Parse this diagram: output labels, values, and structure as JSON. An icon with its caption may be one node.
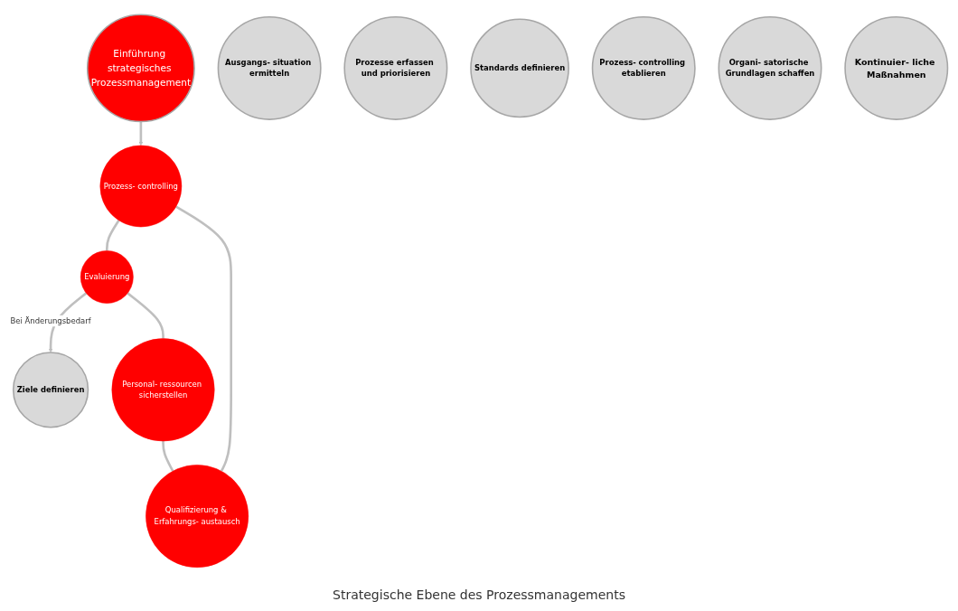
{
  "diagram": {
    "caption": "Strategische Ebene des Prozessmanagements",
    "nodes": [
      {
        "text": [
          "Einführung strategisches Prozessmanagement"
        ]
      },
      {
        "text": [
          "Ziele definieren"
        ]
      },
      {
        "text": [
          "Ausgangs- situation ermitteln"
        ]
      },
      {
        "text": [
          "Prozesse erfassen und priorisieren"
        ]
      },
      {
        "text": [
          "Standards definieren"
        ]
      },
      {
        "text": [
          "Prozess- controlling etablieren"
        ]
      },
      {
        "text": [
          "Organi- satorische Grundlagen schaffen"
        ]
      },
      {
        "text": [
          "Kontinuier- liche Maßnahmen"
        ]
      },
      {
        "text": [
          "Evaluierung"
        ]
      },
      {
        "text": [
          "Personal- ressourcen sicherstellen"
        ]
      },
      {
        "text": [
          "Qualifizierung & Erfahrungs- austausch"
        ]
      },
      {
        "text": [
          "Prozess- controlling"
        ]
      }
    ],
    "edges": [
      {
        "from": 0,
        "to": 11,
        "arrow": "to"
      },
      {
        "from": 8,
        "to": 1,
        "arrow": "to",
        "label": "Bei Änderungsbedarf"
      },
      {
        "from": 8,
        "to": 9,
        "arrow": "none"
      },
      {
        "from": 9,
        "to": 10,
        "arrow": "none"
      },
      {
        "from": 10,
        "to": 11,
        "arrow": "none"
      },
      {
        "from": 11,
        "to": 8,
        "arrow": "none"
      }
    ]
  }
}
